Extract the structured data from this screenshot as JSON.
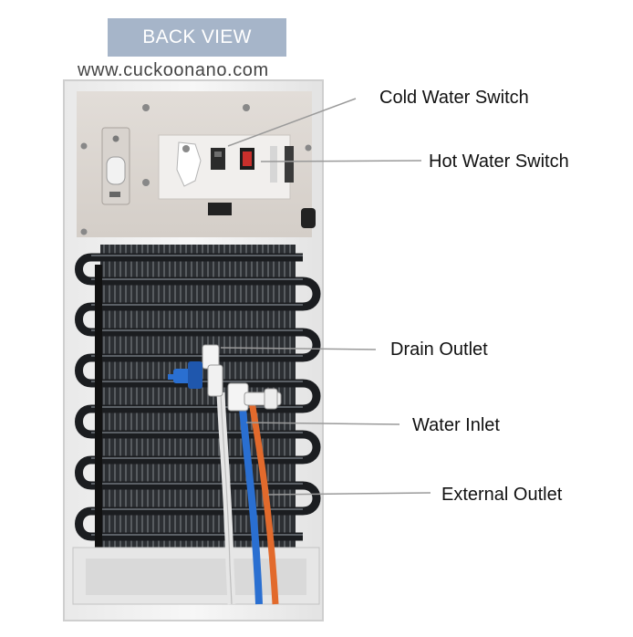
{
  "header": {
    "title": "BACK VIEW",
    "website": "www.cuckoonano.com"
  },
  "callouts": [
    {
      "id": "cold",
      "label": "Cold Water Switch"
    },
    {
      "id": "hot",
      "label": "Hot Water Switch"
    },
    {
      "id": "drain",
      "label": "Drain Outlet"
    },
    {
      "id": "inlet",
      "label": "Water Inlet"
    },
    {
      "id": "external",
      "label": "External Outlet"
    }
  ],
  "colors": {
    "banner": "#a6b5c9",
    "tube_blue": "#2a6fd1",
    "tube_orange": "#e26a2c",
    "tube_white": "#e6e6e6",
    "switch_red": "#c9302c"
  },
  "icons": [
    "power-switch-icon",
    "valve-icon"
  ]
}
